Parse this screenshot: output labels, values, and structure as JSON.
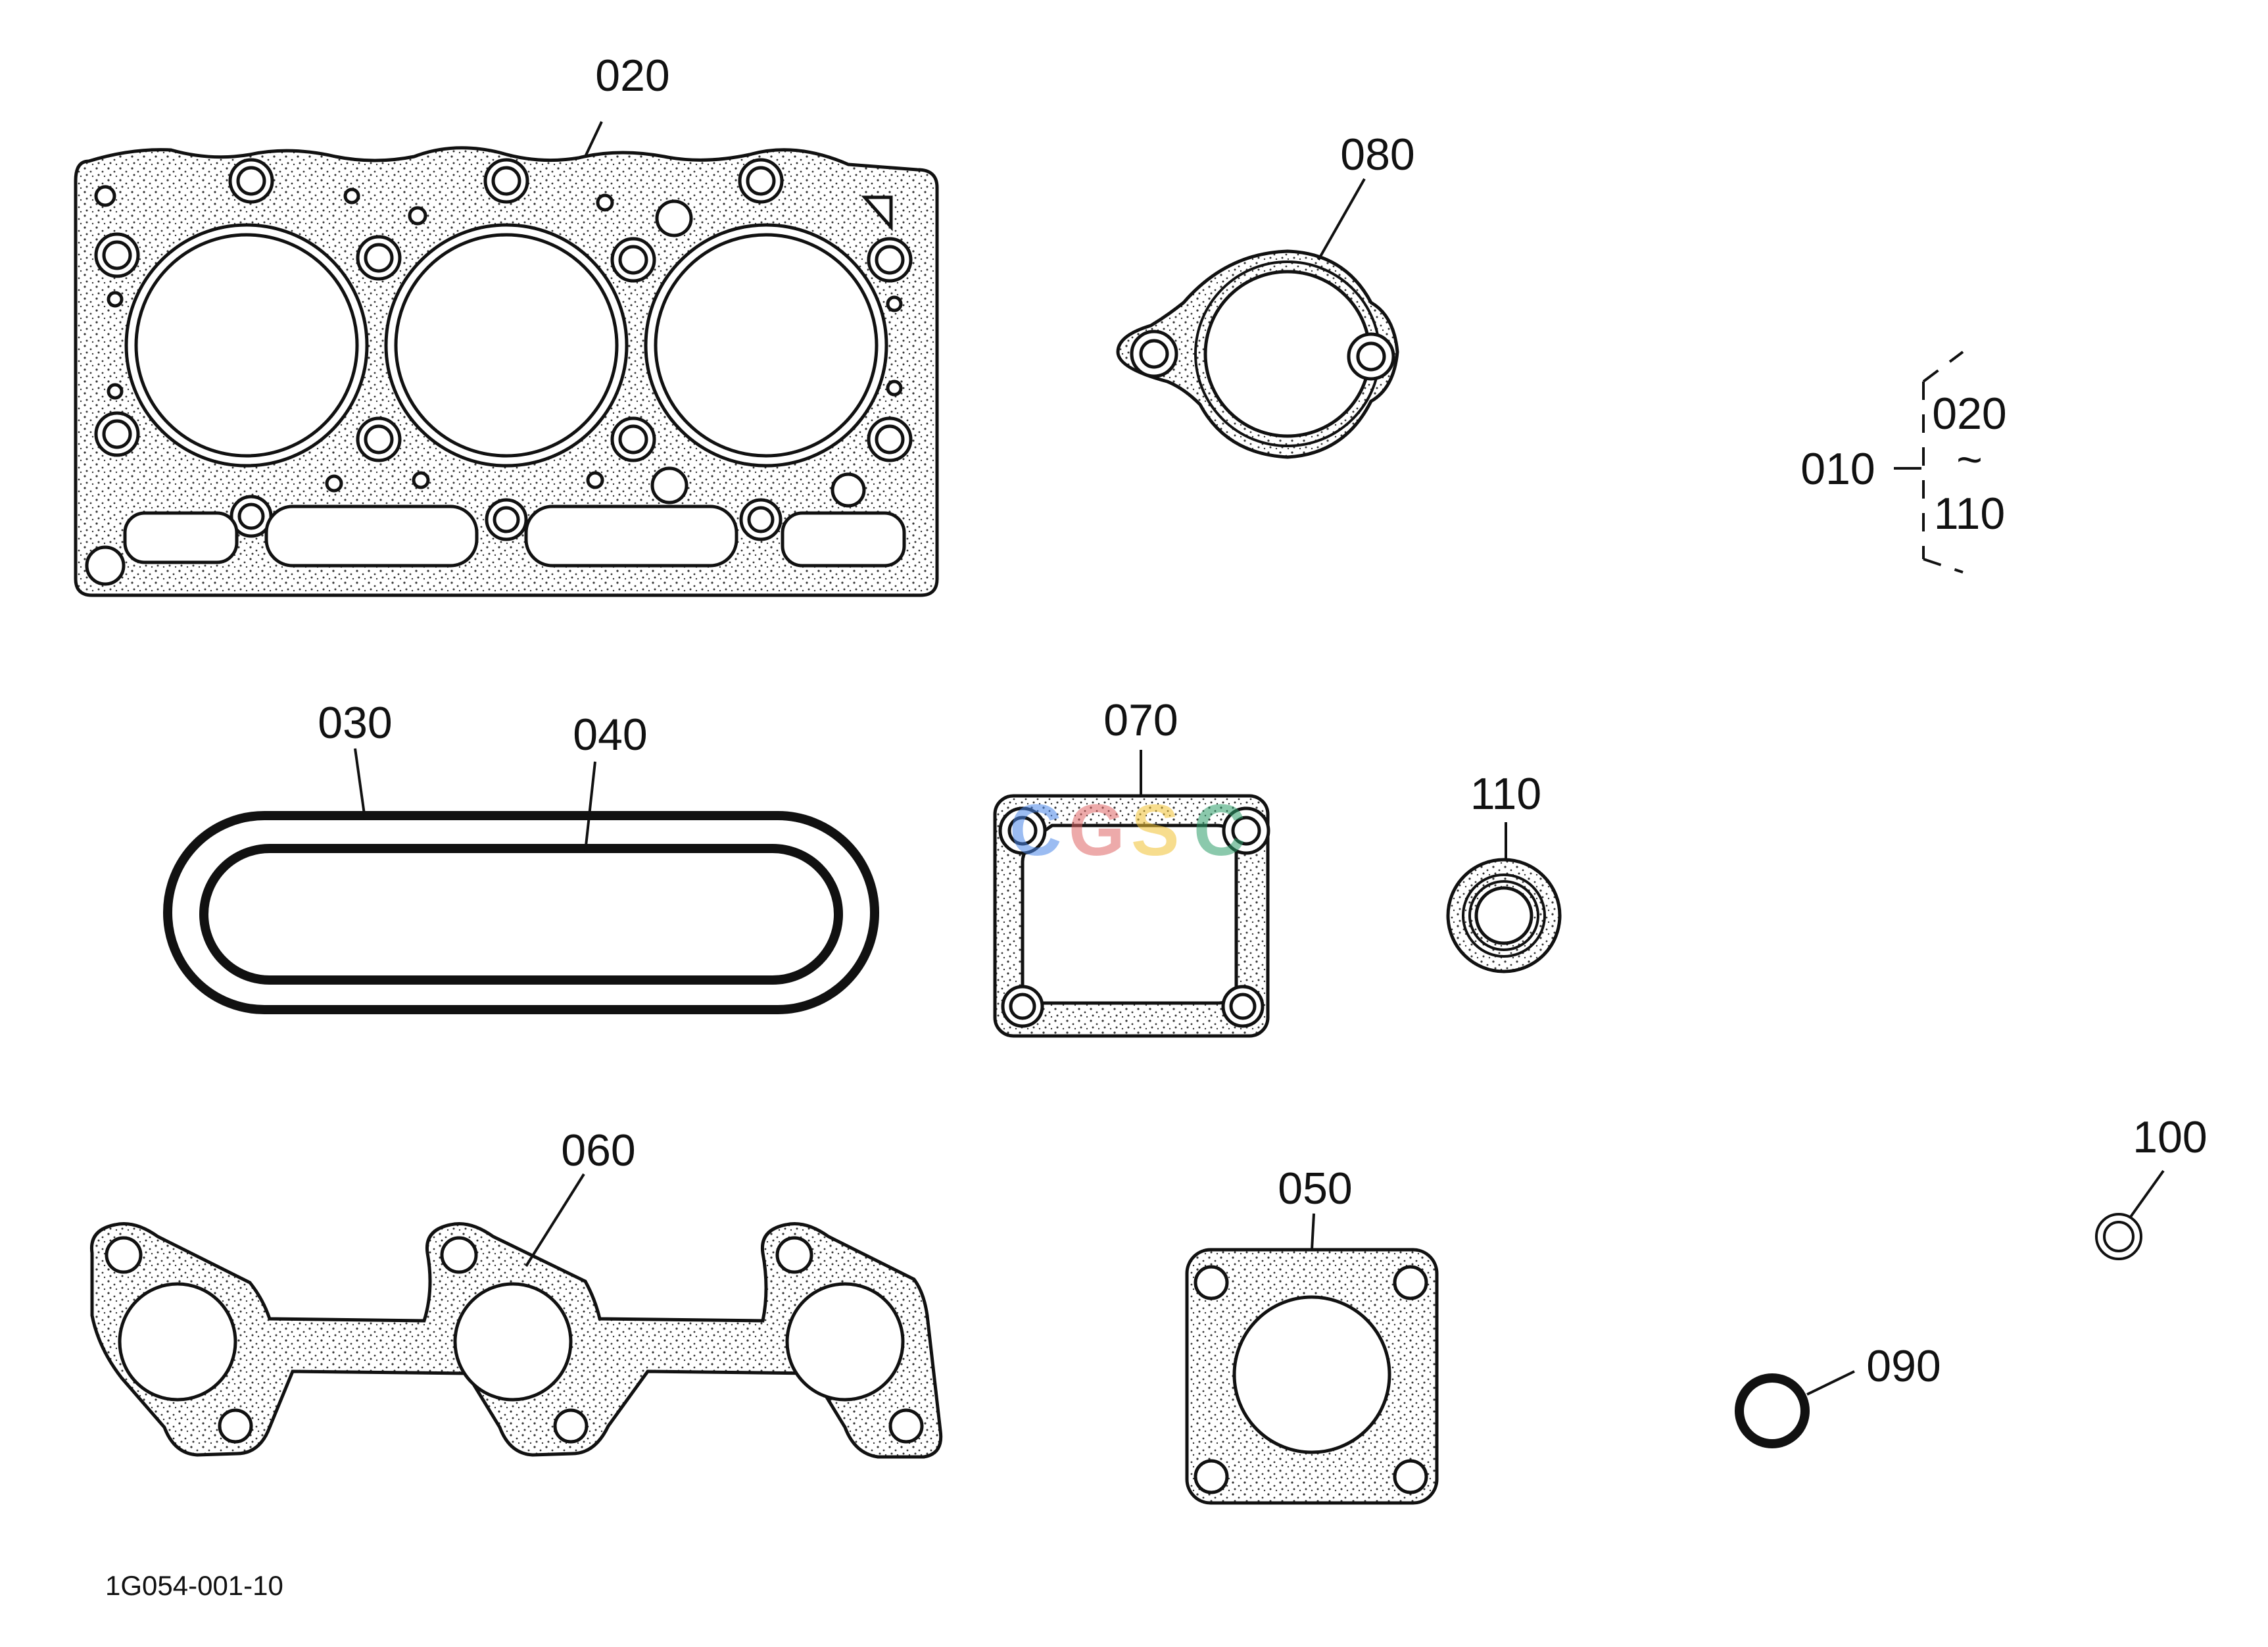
{
  "callouts": {
    "p010": "010",
    "p020": "020",
    "p030": "030",
    "p040": "040",
    "p050": "050",
    "p060": "060",
    "p070": "070",
    "p080": "080",
    "p090": "090",
    "p100": "100",
    "p110": "110"
  },
  "kit_range": {
    "from": "020",
    "tilde": "~",
    "to": "110"
  },
  "drawing_code": "1G054-001-10",
  "watermark": {
    "letters": [
      "C",
      "G",
      "S",
      "C"
    ],
    "colors": [
      "#4a86e8",
      "#e06666",
      "#f1c232",
      "#2e9e6a"
    ]
  }
}
